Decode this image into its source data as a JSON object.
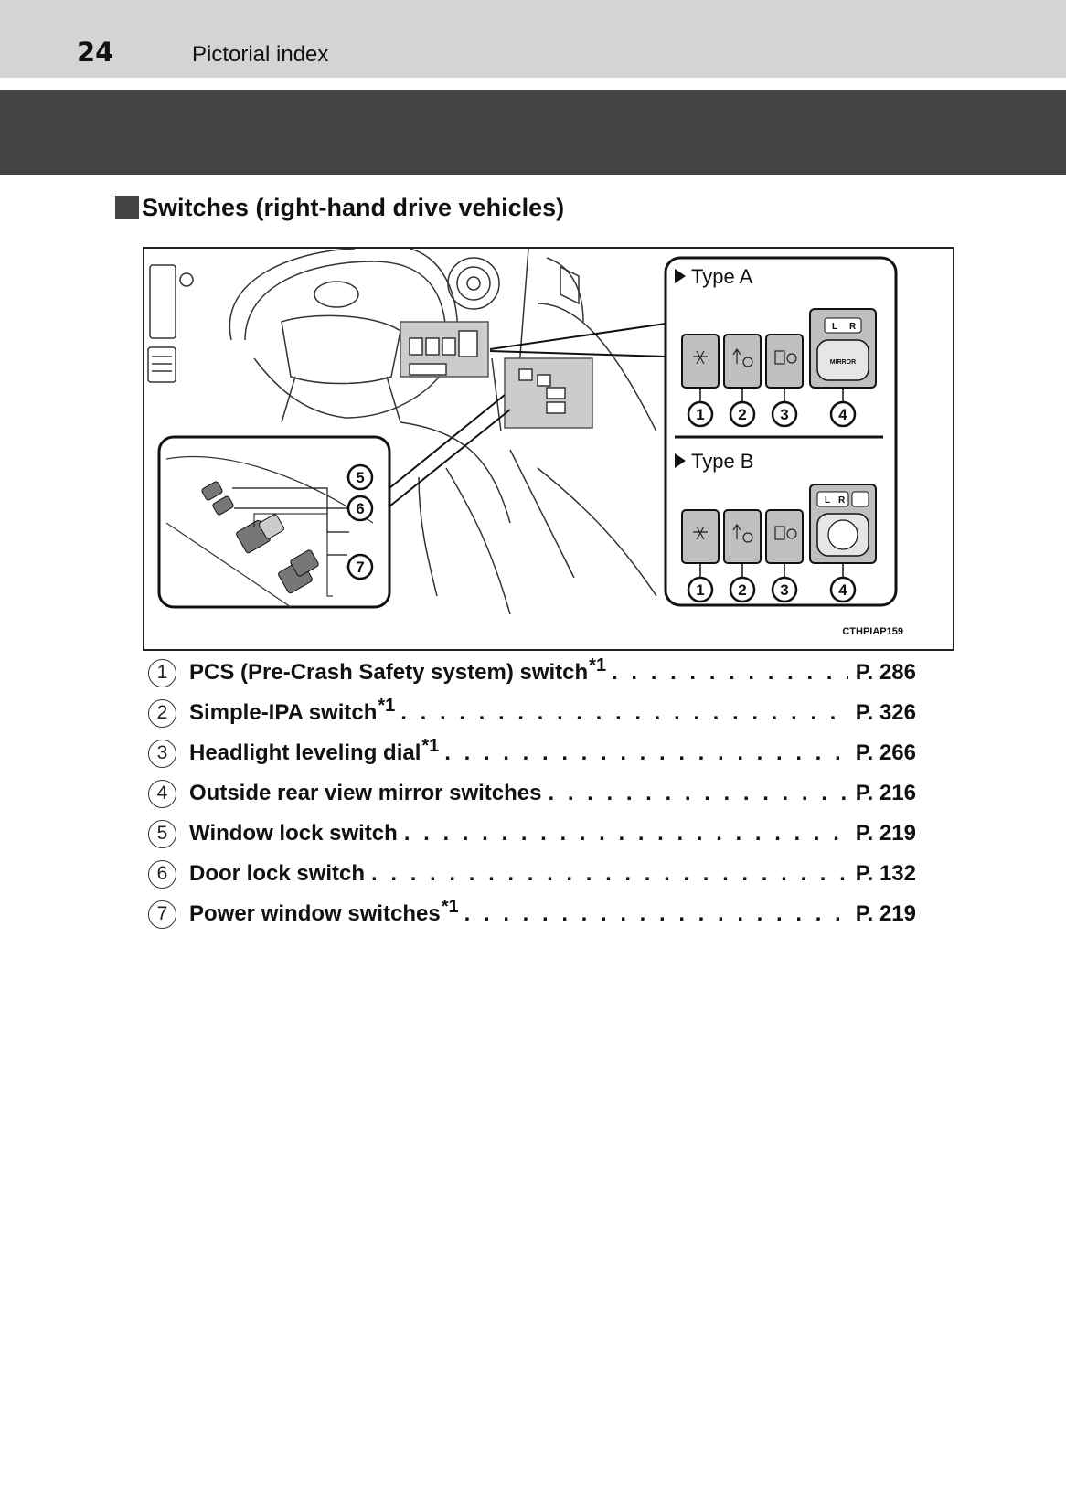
{
  "header": {
    "page_number": "24",
    "section": "Pictorial index"
  },
  "heading": "Switches (right-hand drive vehicles)",
  "figure": {
    "type_a_label": "Type A",
    "type_b_label": "Type B",
    "callouts": [
      "1",
      "2",
      "3",
      "4",
      "5",
      "6",
      "7"
    ],
    "panel_text": {
      "mirror_l": "L",
      "mirror_r": "R",
      "mirror_knob": "MIRROR"
    },
    "image_code": "CTHPIAP159"
  },
  "items": [
    {
      "num": "1",
      "label": "PCS (Pre-Crash Safety system) switch",
      "sup": "*1",
      "page": "P. 286"
    },
    {
      "num": "2",
      "label": "Simple-IPA switch",
      "sup": "*1",
      "page": "P. 326"
    },
    {
      "num": "3",
      "label": "Headlight leveling dial",
      "sup": "*1",
      "page": "P. 266"
    },
    {
      "num": "4",
      "label": "Outside rear view mirror switches",
      "sup": "",
      "page": "P. 216"
    },
    {
      "num": "5",
      "label": "Window lock switch",
      "sup": "",
      "page": "P. 219"
    },
    {
      "num": "6",
      "label": "Door lock switch",
      "sup": "",
      "page": "P. 132"
    },
    {
      "num": "7",
      "label": "Power window switches",
      "sup": "*1",
      "page": "P. 219"
    }
  ]
}
